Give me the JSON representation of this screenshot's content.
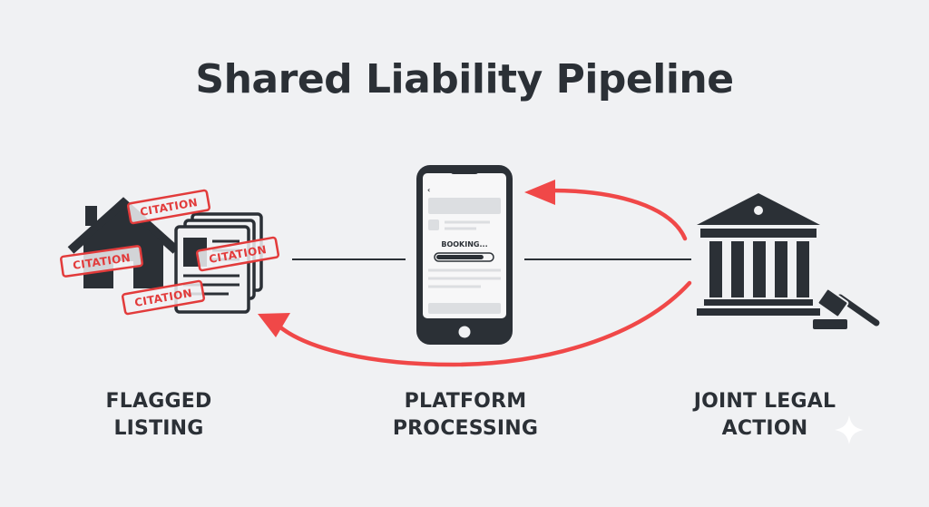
{
  "title": "Shared Liability Pipeline",
  "stages": [
    {
      "line1": "FLAGGED",
      "line2": "LISTING",
      "icon": "house-with-cited-documents-icon"
    },
    {
      "line1": "PLATFORM",
      "line2": "PROCESSING",
      "icon": "smartphone-icon"
    },
    {
      "line1": "JOINT LEGAL",
      "line2": "ACTION",
      "icon": "courthouse-with-gavel-icon"
    }
  ],
  "stamps": [
    "CITATION",
    "CITATION",
    "CITATION",
    "CITATION"
  ],
  "phone": {
    "status_text": "BOOKING...",
    "progress": 0.85,
    "back_glyph": "‹"
  },
  "colors": {
    "arrow": "#f04848",
    "icon": "#2b3036",
    "stamp": "#e23b3b",
    "background": "#f0f1f3"
  }
}
